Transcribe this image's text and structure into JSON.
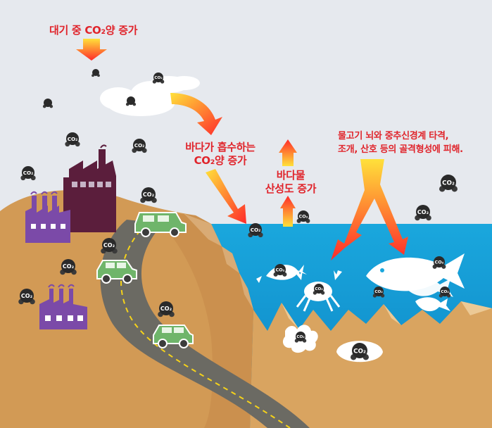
{
  "labels": {
    "atmosphere_increase": "대기 중 CO₂양 증가",
    "ocean_absorbs_line1": "바다가 흡수하는",
    "ocean_absorbs_line2": "CO₂양 증가",
    "acidity_line1": "바다물",
    "acidity_line2": "산성도 증가",
    "damage_line1": "물고기 뇌와 중추신경계 타격,",
    "damage_line2": "조개, 산호 등의 골격형성에 피해."
  },
  "molecule_label": "CO₂",
  "colors": {
    "sky": "#e6e9ee",
    "ocean": "#1aa7dd",
    "ground": "#d29a55",
    "road": "#6b6a63",
    "label_red": "#e0242b",
    "arrow_yellow": "#ffe13a",
    "arrow_red": "#ff2a2a",
    "factory_dark": "#5b1e3c",
    "factory_purple": "#7b4aa8",
    "car_green": "#6fb56a",
    "molecule_dark": "#2a2a2a"
  },
  "icons": [
    "factory-icon",
    "car-icon",
    "cloud-icon",
    "crab-icon",
    "lobster-icon",
    "fish-icon",
    "coral-icon",
    "shell-icon",
    "co2-molecule-icon"
  ]
}
